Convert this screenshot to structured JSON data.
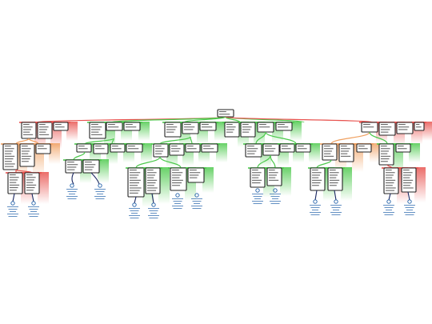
{
  "diagram": {
    "title": "",
    "colors": {
      "red": "#e8534f",
      "orange": "#f0a060",
      "green": "#4cc94c",
      "node_border": "#222222",
      "leaf_blue": "#1f5fa8",
      "leaf_navy": "#1a2660",
      "background": "#ffffff"
    },
    "legend": "",
    "branches": [
      {
        "id": "root",
        "tone": "neutral"
      },
      {
        "id": "left-red-group",
        "tone": "red"
      },
      {
        "id": "left-orange-group",
        "tone": "orange"
      },
      {
        "id": "center-left-green-group",
        "tone": "green"
      },
      {
        "id": "center-green-group",
        "tone": "green"
      },
      {
        "id": "center-right-green-group",
        "tone": "green"
      },
      {
        "id": "right-red-group",
        "tone": "red"
      },
      {
        "id": "right-orange-group",
        "tone": "orange"
      }
    ]
  }
}
